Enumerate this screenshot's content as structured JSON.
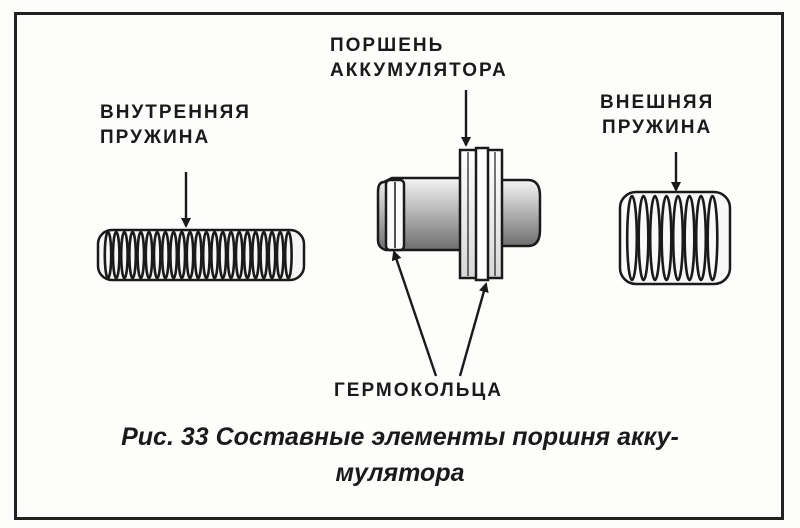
{
  "labels": {
    "inner_spring": [
      "ВНУТРЕННЯЯ",
      "ПРУЖИНА"
    ],
    "piston": [
      "ПОРШЕНЬ",
      "АККУМУЛЯТОРА"
    ],
    "outer_spring": [
      "ВНЕШНЯЯ",
      "ПРУЖИНА"
    ],
    "seals": "ГЕРМОКОЛЬЦА"
  },
  "caption": {
    "line1": "Рис. 33 Составные элементы поршня акку-",
    "line2": "мулятора"
  },
  "colors": {
    "ink": "#1a1a1a",
    "paper": "#fdfdfb",
    "shade": "#9a9a9a"
  }
}
